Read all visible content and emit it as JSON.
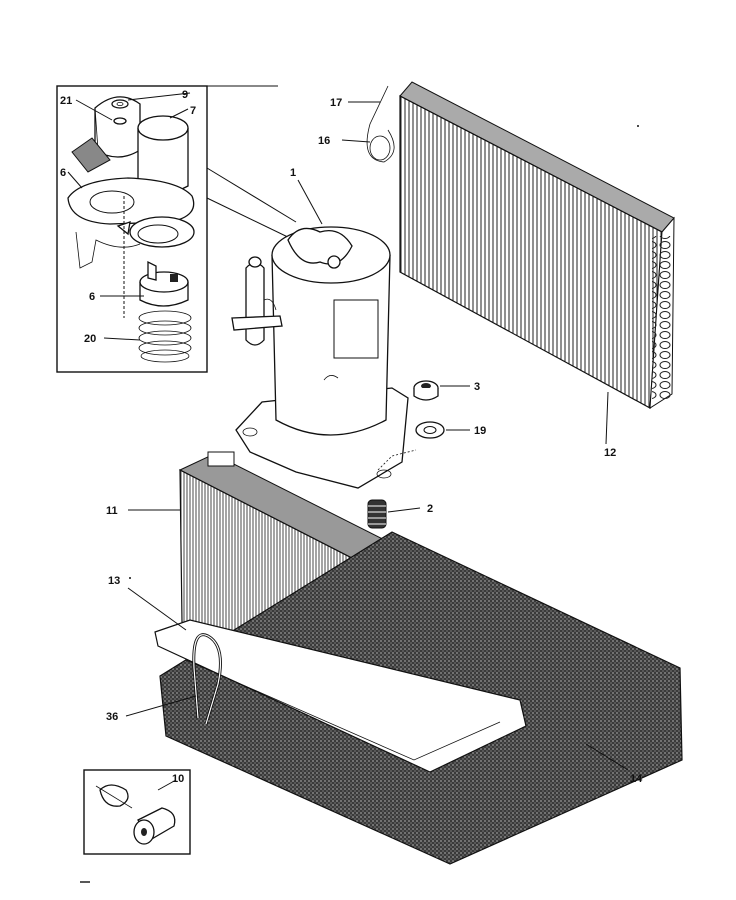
{
  "diagram": {
    "callouts": {
      "c1": "1",
      "c2": "2",
      "c3": "3",
      "c6": "6",
      "c6b": "6",
      "c7": "7",
      "c9": "9",
      "c10": "10",
      "c11": "11",
      "c12": "12",
      "c13": "13",
      "c14": "14",
      "c16": "16",
      "c17": "17",
      "c19": "19",
      "c20": "20",
      "c21": "21",
      "c36": "36"
    }
  }
}
